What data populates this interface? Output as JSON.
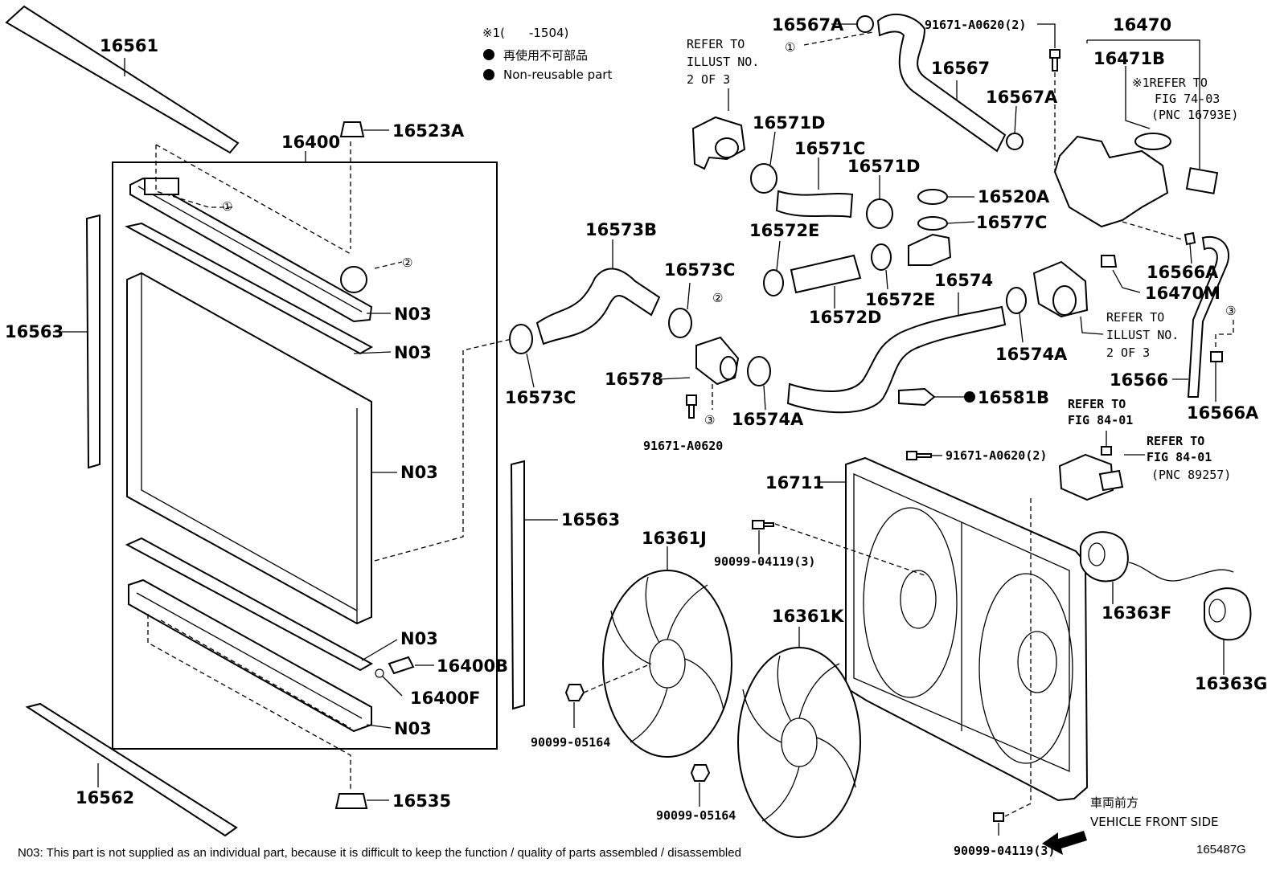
{
  "labels": {
    "l16561": "16561",
    "l16400": "16400",
    "l16523A": "16523A",
    "l16563a": "16563",
    "l16563b": "16563",
    "l16562": "16562",
    "l16535": "16535",
    "l16400B": "16400B",
    "l16400F": "16400F",
    "n03_1": "N03",
    "n03_2": "N03",
    "n03_3": "N03",
    "n03_4": "N03",
    "n03_5": "N03",
    "l16573B": "16573B",
    "l16573C_top": "16573C",
    "l16573C_bot": "16573C",
    "l16578": "16578",
    "l91671A0620": "91671-A0620",
    "l16574A_bot": "16574A",
    "l16571D_a": "16571D",
    "l16571C": "16571C",
    "l16571D_b": "16571D",
    "l16572E_a": "16572E",
    "l16572D": "16572D",
    "l16572E_b": "16572E",
    "l16574": "16574",
    "l16574A_right": "16574A",
    "l16581B": "16581B",
    "l16520A": "16520A",
    "l16577C": "16577C",
    "l16567A_top": "16567A",
    "l16567": "16567",
    "l16567A": "16567A",
    "l91671A0620_2a": "91671-A0620(2)",
    "l16470": "16470",
    "l16471B": "16471B",
    "l16470M": "16470M",
    "l16566A_a": "16566A",
    "l16566": "16566",
    "l16566A_b": "16566A",
    "l16711": "16711",
    "l91671A0620_2b": "91671-A0620(2)",
    "l16361J": "16361J",
    "l16361K": "16361K",
    "l90099_04119_3a": "90099-04119(3)",
    "l90099_04119_3b": "90099-04119(3)",
    "l90099_05164a": "90099-05164",
    "l90099_05164b": "90099-05164",
    "l16363F": "16363F",
    "l16363G": "16363G"
  },
  "refs": {
    "illust_top_1": "REFER TO",
    "illust_top_2": "ILLUST NO.",
    "illust_top_3": "2 OF 3",
    "illust_right_1": "REFER TO",
    "illust_right_2": "ILLUST NO.",
    "illust_right_3": "2 OF 3",
    "fig7403_1": "※1REFER TO",
    "fig7403_2": "FIG 74-03",
    "fig7403_3": "(PNC 16793E)",
    "fig8401a_1": "REFER TO",
    "fig8401a_2": "FIG 84-01",
    "fig8401b_1": "REFER TO",
    "fig8401b_2": "FIG 84-01",
    "fig8401b_3": "(PNC 89257)"
  },
  "legend": {
    "note1": "※1(　　-1504)",
    "reuse_jp": "再使用不可部品",
    "reuse_en": "Non-reusable part"
  },
  "markers": {
    "c1": "①",
    "c2": "②",
    "c3": "③"
  },
  "front": {
    "jp": "車両前方",
    "en": "VEHICLE FRONT SIDE"
  },
  "footer": {
    "n03_note": "N03: This part is not supplied as an individual part, because it is difficult to keep the function / quality of parts assembled / disassembled",
    "fig_code": "165487G"
  }
}
